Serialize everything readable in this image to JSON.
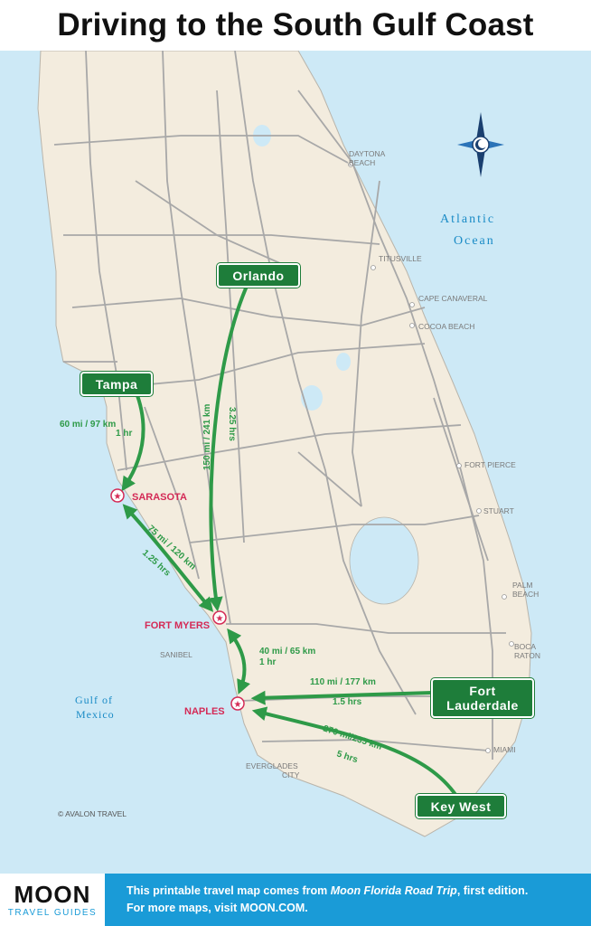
{
  "title": "Driving to the South Gulf Coast",
  "colors": {
    "water": "#cde9f6",
    "land": "#f3ecde",
    "roads": "#a8a8a8",
    "route": "#2e9a48",
    "sign": "#1e7d3a",
    "city_star": "#d42a56",
    "water_text": "#1a8bc6",
    "footer_blue": "#1a9bd7"
  },
  "signs": {
    "orlando": "Orlando",
    "tampa": "Tampa",
    "fort_lauderdale_1": "Fort",
    "fort_lauderdale_2": "Lauderdale",
    "key_west": "Key West"
  },
  "destinations": {
    "sarasota": "SARASOTA",
    "fort_myers": "FORT MYERS",
    "naples": "NAPLES"
  },
  "towns": {
    "daytona_1": "DAYTONA",
    "daytona_2": "BEACH",
    "titusville": "TITUSVILLE",
    "cape_canaveral": "CAPE CANAVERAL",
    "cocoa_beach": "COCOA BEACH",
    "fort_pierce": "FORT PIERCE",
    "stuart": "STUART",
    "palm_beach_1": "PALM",
    "palm_beach_2": "BEACH",
    "boca_1": "BOCA",
    "boca_2": "RATON",
    "miami": "MIAMI",
    "sanibel": "SANIBEL",
    "everglades_1": "EVERGLADES",
    "everglades_2": "CITY"
  },
  "water": {
    "atlantic_1": "Atlantic",
    "atlantic_2": "Ocean",
    "gulf_1": "Gulf of",
    "gulf_2": "Mexico"
  },
  "routes": {
    "tampa_dist": "60 mi / 97 km",
    "tampa_time": "1 hr",
    "orlando_dist": "150 mi / 241 km",
    "orlando_time": "3.25 hrs",
    "sarasota_dist": "75 mi / 120 km",
    "sarasota_time": "1.25 hrs",
    "naples_dist": "40 mi / 65 km",
    "naples_time": "1 hr",
    "lauderdale_dist": "110 mi / 177 km",
    "lauderdale_time": "1.5 hrs",
    "keywest_dist": "270 mi/235 km",
    "keywest_time": "5 hrs"
  },
  "credit": "© AVALON TRAVEL",
  "footer": {
    "logo": "MOON",
    "logo_sub": "TRAVEL GUIDES",
    "line1_a": "This printable travel map comes from ",
    "line1_b": "Moon Florida Road Trip",
    "line1_c": ", first edition.",
    "line2": "For more maps, visit MOON.COM."
  }
}
